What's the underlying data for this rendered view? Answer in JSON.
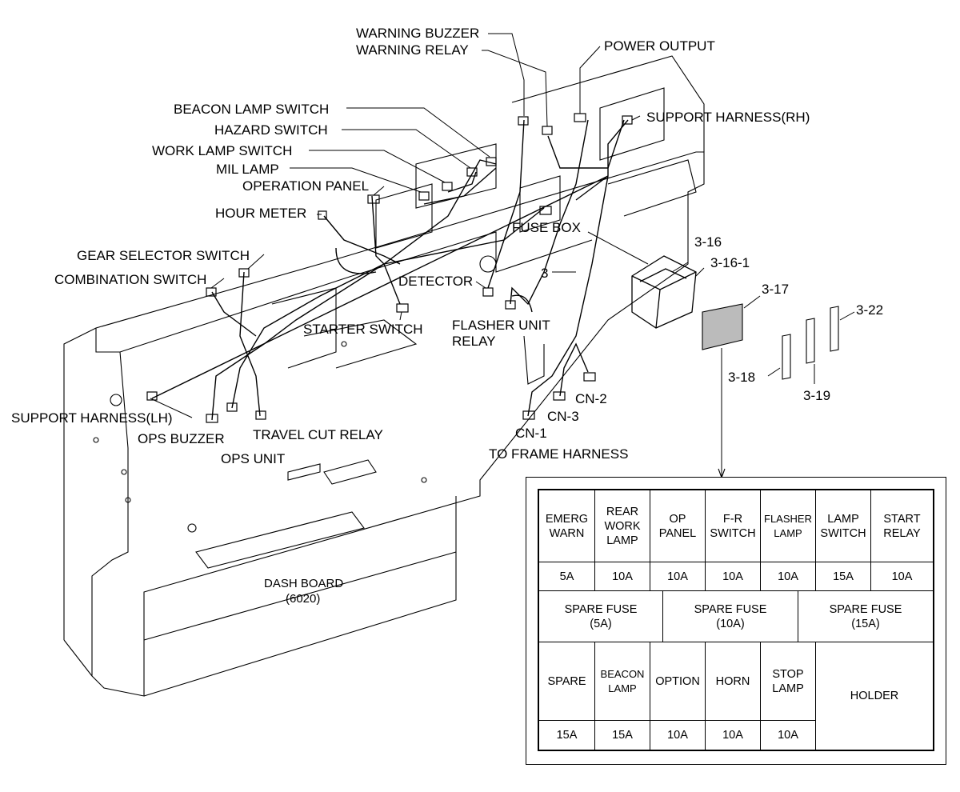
{
  "labels": {
    "warning_buzzer": "WARNING BUZZER",
    "warning_relay": "WARNING RELAY",
    "power_output": "POWER OUTPUT",
    "beacon_lamp_switch": "BEACON LAMP SWITCH",
    "hazard_switch": "HAZARD SWITCH",
    "work_lamp_switch": "WORK LAMP SWITCH",
    "mil_lamp": "MIL LAMP",
    "operation_panel": "OPERATION PANEL",
    "support_harness_rh": "SUPPORT HARNESS(RH)",
    "hour_meter": "HOUR METER",
    "fuse_box": "FUSE BOX",
    "gear_selector_switch": "GEAR SELECTOR SWITCH",
    "combination_switch": "COMBINATION SWITCH",
    "detector": "DETECTOR",
    "harness_3": "3",
    "starter_switch": "STARTER SWITCH",
    "flasher_unit": "FLASHER UNIT",
    "relay": "RELAY",
    "support_harness_lh": "SUPPORT HARNESS(LH)",
    "ops_buzzer": "OPS BUZZER",
    "travel_cut_relay": "TRAVEL CUT RELAY",
    "ops_unit": "OPS UNIT",
    "cn1": "CN-1",
    "cn2": "CN-2",
    "cn3": "CN-3",
    "to_frame_harness": "TO FRAME HARNESS",
    "dash_board": "DASH BOARD",
    "dash_board_code": "(6020)",
    "p3_16": "3-16",
    "p3_16_1": "3-16-1",
    "p3_17": "3-17",
    "p3_18": "3-18",
    "p3_19": "3-19",
    "p3_22": "3-22"
  },
  "fuse_table": {
    "row1": [
      {
        "name": "EMERG\nWARN",
        "rating": "5A"
      },
      {
        "name": "REAR\nWORK\nLAMP",
        "rating": "10A"
      },
      {
        "name": "OP\nPANEL",
        "rating": "10A"
      },
      {
        "name": "F-R\nSWITCH",
        "rating": "10A"
      },
      {
        "name": "FLASHER\nLAMP",
        "rating": "10A"
      },
      {
        "name": "LAMP\nSWITCH",
        "rating": "15A"
      },
      {
        "name": "START\nRELAY",
        "rating": "10A"
      }
    ],
    "spares": [
      {
        "label": "SPARE FUSE\n(5A)"
      },
      {
        "label": "SPARE FUSE\n(10A)"
      },
      {
        "label": "SPARE FUSE\n(15A)"
      }
    ],
    "row3": [
      {
        "name": "SPARE",
        "rating": "15A"
      },
      {
        "name": "BEACON\nLAMP",
        "rating": "15A"
      },
      {
        "name": "OPTION",
        "rating": "10A"
      },
      {
        "name": "HORN",
        "rating": "10A"
      },
      {
        "name": "STOP\nLAMP",
        "rating": "10A"
      }
    ],
    "holder": "HOLDER"
  }
}
